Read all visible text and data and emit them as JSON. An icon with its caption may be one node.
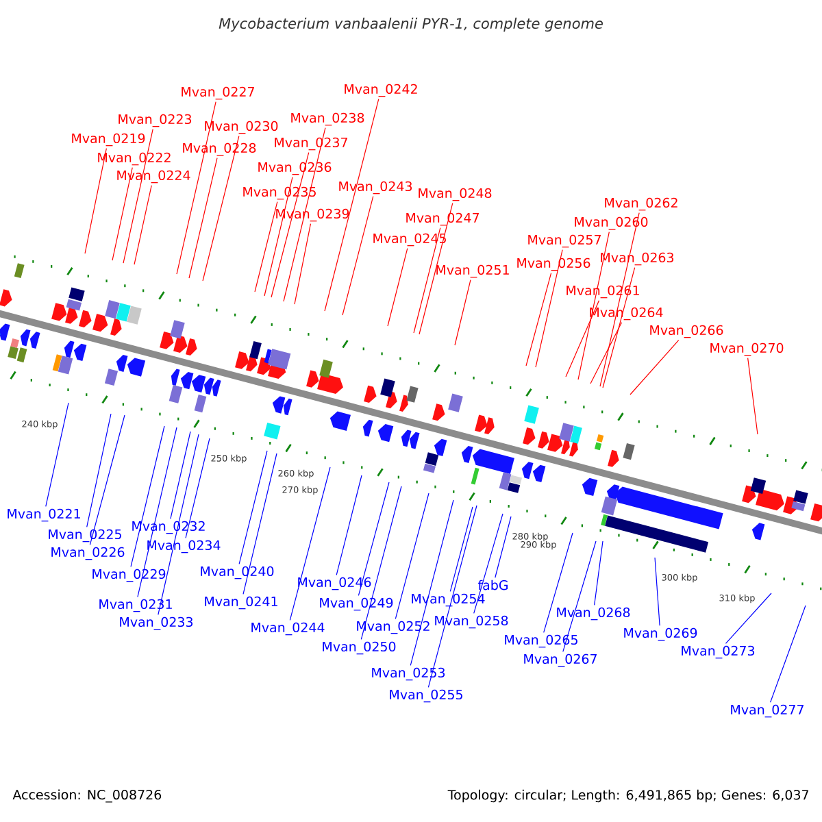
{
  "diagram": {
    "title": "Mycobacterium vanbaalenii PYR-1, complete genome",
    "nodes": [
      {
        "text": [
          "Mvan_0242"
        ]
      },
      {
        "text": [
          "Mvan_0227"
        ]
      },
      {
        "text": [
          "Mvan_0223"
        ]
      },
      {
        "text": [
          "Mvan_0238"
        ]
      },
      {
        "text": [
          "Mvan_0230"
        ]
      },
      {
        "text": [
          "Mvan_0219"
        ]
      },
      {
        "text": [
          "Mvan_0237"
        ]
      },
      {
        "text": [
          "Mvan_0228"
        ]
      },
      {
        "text": [
          "Mvan_0222"
        ]
      },
      {
        "text": [
          "Mvan_0236"
        ]
      },
      {
        "text": [
          "Mvan_0224"
        ]
      },
      {
        "text": [
          "Mvan_0243"
        ]
      },
      {
        "text": [
          "Mvan_0235"
        ]
      },
      {
        "text": [
          "Mvan_0248"
        ]
      },
      {
        "text": [
          "Mvan_0262"
        ]
      },
      {
        "text": [
          "Mvan_0239"
        ]
      },
      {
        "text": [
          "Mvan_0247"
        ]
      },
      {
        "text": [
          "Mvan_0260"
        ]
      },
      {
        "text": [
          "Mvan_0245"
        ]
      },
      {
        "text": [
          "Mvan_0257"
        ]
      },
      {
        "text": [
          "Mvan_0263"
        ]
      },
      {
        "text": [
          "Mvan_0256"
        ]
      },
      {
        "text": [
          "Mvan_0251"
        ]
      },
      {
        "text": [
          "Mvan_0261"
        ]
      },
      {
        "text": [
          "Mvan_0264"
        ]
      },
      {
        "text": [
          "Mvan_0266"
        ]
      },
      {
        "text": [
          "Mvan_0270"
        ]
      },
      {
        "text": [
          "Mvan_0221"
        ]
      },
      {
        "text": [
          "Mvan_0232"
        ]
      },
      {
        "text": [
          "Mvan_0225"
        ]
      },
      {
        "text": [
          "Mvan_0234"
        ]
      },
      {
        "text": [
          "Mvan_0226"
        ]
      },
      {
        "text": [
          "Mvan_0240"
        ]
      },
      {
        "text": [
          "Mvan_0229"
        ]
      },
      {
        "text": [
          "Mvan_0246"
        ]
      },
      {
        "text": [
          "fabG"
        ]
      },
      {
        "text": [
          "Mvan_0254"
        ]
      },
      {
        "text": [
          "Mvan_0241"
        ]
      },
      {
        "text": [
          "Mvan_0249"
        ]
      },
      {
        "text": [
          "Mvan_0231"
        ]
      },
      {
        "text": [
          "Mvan_0268"
        ]
      },
      {
        "text": [
          "Mvan_0258"
        ]
      },
      {
        "text": [
          "Mvan_0233"
        ]
      },
      {
        "text": [
          "Mvan_0252"
        ]
      },
      {
        "text": [
          "Mvan_0244"
        ]
      },
      {
        "text": [
          "Mvan_0269"
        ]
      },
      {
        "text": [
          "Mvan_0265"
        ]
      },
      {
        "text": [
          "Mvan_0250"
        ]
      },
      {
        "text": [
          "Mvan_0273"
        ]
      },
      {
        "text": [
          "Mvan_0267"
        ]
      },
      {
        "text": [
          "Mvan_0253"
        ]
      },
      {
        "text": [
          "Mvan_0255"
        ]
      },
      {
        "text": [
          "Mvan_0277"
        ]
      }
    ],
    "edges": [
      {
        "from": 0,
        "to": null,
        "arrow": "none",
        "color": "#ff0000"
      },
      {
        "from": 1,
        "to": null,
        "arrow": "none",
        "color": "#ff0000"
      },
      {
        "from": 2,
        "to": null,
        "arrow": "none",
        "color": "#ff0000"
      },
      {
        "from": 3,
        "to": null,
        "arrow": "none",
        "color": "#ff0000"
      },
      {
        "from": 4,
        "to": null,
        "arrow": "none",
        "color": "#ff0000"
      },
      {
        "from": 5,
        "to": null,
        "arrow": "none",
        "color": "#ff0000"
      },
      {
        "from": 6,
        "to": null,
        "arrow": "none",
        "color": "#ff0000"
      },
      {
        "from": 7,
        "to": null,
        "arrow": "none",
        "color": "#ff0000"
      },
      {
        "from": 8,
        "to": null,
        "arrow": "none",
        "color": "#ff0000"
      },
      {
        "from": 9,
        "to": null,
        "arrow": "none",
        "color": "#ff0000"
      },
      {
        "from": 10,
        "to": null,
        "arrow": "none",
        "color": "#ff0000"
      },
      {
        "from": 11,
        "to": null,
        "arrow": "none",
        "color": "#ff0000"
      },
      {
        "from": 12,
        "to": null,
        "arrow": "none",
        "color": "#ff0000"
      },
      {
        "from": 13,
        "to": null,
        "arrow": "none",
        "color": "#ff0000"
      },
      {
        "from": 14,
        "to": null,
        "arrow": "none",
        "color": "#ff0000"
      },
      {
        "from": 15,
        "to": null,
        "arrow": "none",
        "color": "#ff0000"
      },
      {
        "from": 16,
        "to": null,
        "arrow": "none",
        "color": "#ff0000"
      },
      {
        "from": 17,
        "to": null,
        "arrow": "none",
        "color": "#ff0000"
      },
      {
        "from": 18,
        "to": null,
        "arrow": "none",
        "color": "#ff0000"
      },
      {
        "from": 19,
        "to": null,
        "arrow": "none",
        "color": "#ff0000"
      },
      {
        "from": 20,
        "to": null,
        "arrow": "none",
        "color": "#ff0000"
      },
      {
        "from": 21,
        "to": null,
        "arrow": "none",
        "color": "#ff0000"
      },
      {
        "from": 22,
        "to": null,
        "arrow": "none",
        "color": "#ff0000"
      },
      {
        "from": 23,
        "to": null,
        "arrow": "none",
        "color": "#ff0000"
      },
      {
        "from": 24,
        "to": null,
        "arrow": "none",
        "color": "#ff0000"
      },
      {
        "from": 25,
        "to": null,
        "arrow": "none",
        "color": "#ff0000"
      },
      {
        "from": 26,
        "to": null,
        "arrow": "none",
        "color": "#ff0000"
      },
      {
        "from": 27,
        "to": null,
        "arrow": "none",
        "color": "#0000ff"
      },
      {
        "from": 28,
        "to": null,
        "arrow": "none",
        "color": "#0000ff"
      },
      {
        "from": 29,
        "to": null,
        "arrow": "none",
        "color": "#0000ff"
      },
      {
        "from": 30,
        "to": null,
        "arrow": "none",
        "color": "#0000ff"
      },
      {
        "from": 31,
        "to": null,
        "arrow": "none",
        "color": "#0000ff"
      },
      {
        "from": 32,
        "to": null,
        "arrow": "none",
        "color": "#0000ff"
      },
      {
        "from": 33,
        "to": null,
        "arrow": "none",
        "color": "#0000ff"
      },
      {
        "from": 34,
        "to": null,
        "arrow": "none",
        "color": "#0000ff"
      },
      {
        "from": 35,
        "to": null,
        "arrow": "none",
        "color": "#0000ff"
      },
      {
        "from": 36,
        "to": null,
        "arrow": "none",
        "color": "#0000ff"
      },
      {
        "from": 37,
        "to": null,
        "arrow": "none",
        "color": "#0000ff"
      },
      {
        "from": 38,
        "to": null,
        "arrow": "none",
        "color": "#0000ff"
      },
      {
        "from": 39,
        "to": null,
        "arrow": "none",
        "color": "#0000ff"
      },
      {
        "from": 40,
        "to": null,
        "arrow": "none",
        "color": "#0000ff"
      },
      {
        "from": 41,
        "to": null,
        "arrow": "none",
        "color": "#0000ff"
      },
      {
        "from": 42,
        "to": null,
        "arrow": "none",
        "color": "#0000ff"
      },
      {
        "from": 43,
        "to": null,
        "arrow": "none",
        "color": "#0000ff"
      },
      {
        "from": 44,
        "to": null,
        "arrow": "none",
        "color": "#0000ff"
      },
      {
        "from": 45,
        "to": null,
        "arrow": "none",
        "color": "#0000ff"
      },
      {
        "from": 46,
        "to": null,
        "arrow": "none",
        "color": "#0000ff"
      },
      {
        "from": 47,
        "to": null,
        "arrow": "none",
        "color": "#0000ff"
      },
      {
        "from": 48,
        "to": null,
        "arrow": "none",
        "color": "#0000ff"
      },
      {
        "from": 49,
        "to": null,
        "arrow": "none",
        "color": "#0000ff"
      },
      {
        "from": 50,
        "to": null,
        "arrow": "none",
        "color": "#0000ff"
      },
      {
        "from": 51,
        "to": null,
        "arrow": "none",
        "color": "#0000ff"
      },
      {
        "from": 52,
        "to": null,
        "arrow": "none",
        "color": "#0000ff"
      }
    ],
    "labels": [
      "240 kbp",
      "250 kbp",
      "260 kbp",
      "270 kbp",
      "280 kbp",
      "290 kbp",
      "300 kbp",
      "310 kbp",
      "Accession: NC_008726",
      "Topology: circular; Length: 6,491,865 bp; Genes: 6,037"
    ]
  }
}
